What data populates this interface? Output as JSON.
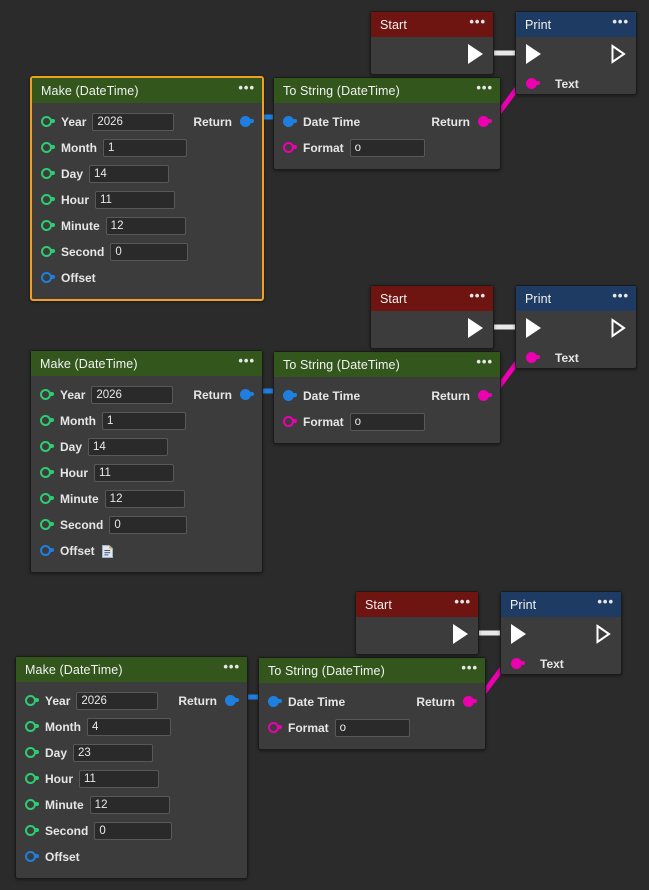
{
  "canvas": {
    "background": "#2b2b2b",
    "colors": {
      "header_green": "#32561c",
      "header_red": "#6e1512",
      "header_blue": "#1e3c63",
      "node_body": "#3c3c3c",
      "selected_border": "#f0a020",
      "exec_wire": "#e8e8e8",
      "data_wire_blue": "#1f7fe0",
      "data_wire_magenta": "#ec00b0",
      "port_green": "#2ecc71"
    }
  },
  "graphs": [
    {
      "id": "graph-1",
      "make": {
        "title": "Make (DateTime)",
        "menu": "•••",
        "selected": true,
        "return_label": "Return",
        "fields": [
          {
            "label": "Year",
            "value": "2026",
            "port": "green"
          },
          {
            "label": "Month",
            "value": "1",
            "port": "green"
          },
          {
            "label": "Day",
            "value": "14",
            "port": "green"
          },
          {
            "label": "Hour",
            "value": "11",
            "port": "green"
          },
          {
            "label": "Minute",
            "value": "12",
            "port": "green"
          },
          {
            "label": "Second",
            "value": "0",
            "port": "green"
          }
        ],
        "offset": {
          "label": "Offset",
          "port": "blue",
          "icon": null
        }
      },
      "tostring": {
        "title": "To String (DateTime)",
        "menu": "•••",
        "datetime_label": "Date Time",
        "return_label": "Return",
        "format_label": "Format",
        "format_value": "o"
      },
      "start": {
        "title": "Start",
        "menu": "•••"
      },
      "print": {
        "title": "Print",
        "menu": "•••",
        "text_label": "Text"
      }
    },
    {
      "id": "graph-2",
      "make": {
        "title": "Make (DateTime)",
        "menu": "•••",
        "selected": false,
        "return_label": "Return",
        "fields": [
          {
            "label": "Year",
            "value": "2026",
            "port": "green"
          },
          {
            "label": "Month",
            "value": "1",
            "port": "green"
          },
          {
            "label": "Day",
            "value": "14",
            "port": "green"
          },
          {
            "label": "Hour",
            "value": "11",
            "port": "green"
          },
          {
            "label": "Minute",
            "value": "12",
            "port": "green"
          },
          {
            "label": "Second",
            "value": "0",
            "port": "green"
          }
        ],
        "offset": {
          "label": "Offset",
          "port": "blue",
          "icon": "document-icon"
        }
      },
      "tostring": {
        "title": "To String (DateTime)",
        "menu": "•••",
        "datetime_label": "Date Time",
        "return_label": "Return",
        "format_label": "Format",
        "format_value": "o"
      },
      "start": {
        "title": "Start",
        "menu": "•••"
      },
      "print": {
        "title": "Print",
        "menu": "•••",
        "text_label": "Text"
      }
    },
    {
      "id": "graph-3",
      "make": {
        "title": "Make (DateTime)",
        "menu": "•••",
        "selected": false,
        "return_label": "Return",
        "fields": [
          {
            "label": "Year",
            "value": "2026",
            "port": "green"
          },
          {
            "label": "Month",
            "value": "4",
            "port": "green"
          },
          {
            "label": "Day",
            "value": "23",
            "port": "green"
          },
          {
            "label": "Hour",
            "value": "11",
            "port": "green"
          },
          {
            "label": "Minute",
            "value": "12",
            "port": "green"
          },
          {
            "label": "Second",
            "value": "0",
            "port": "green"
          }
        ],
        "offset": {
          "label": "Offset",
          "port": "blue",
          "icon": null
        }
      },
      "tostring": {
        "title": "To String (DateTime)",
        "menu": "•••",
        "datetime_label": "Date Time",
        "return_label": "Return",
        "format_label": "Format",
        "format_value": "o"
      },
      "start": {
        "title": "Start",
        "menu": "•••"
      },
      "print": {
        "title": "Print",
        "menu": "•••",
        "text_label": "Text"
      }
    }
  ]
}
